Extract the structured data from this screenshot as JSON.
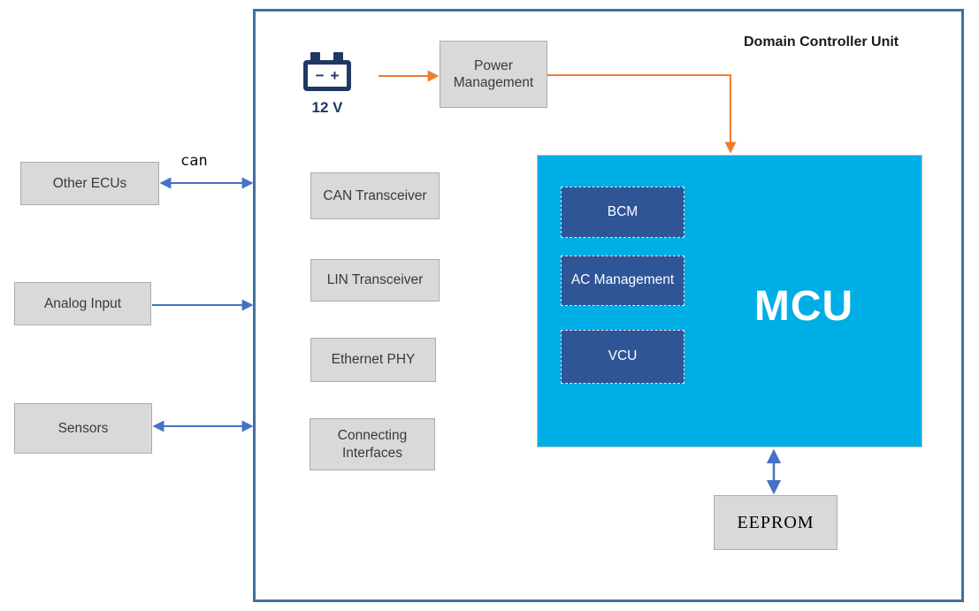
{
  "diagram": {
    "title": "Domain Controller Unit",
    "battery": {
      "label": "12 V",
      "minus": "−",
      "plus": "+"
    },
    "bus_label": "can",
    "external_nodes": [
      {
        "label": "Other ECUs"
      },
      {
        "label": "Analog Input"
      },
      {
        "label": "Sensors"
      }
    ],
    "power_management": {
      "label": "Power Management"
    },
    "interface_blocks": [
      {
        "label": "CAN Transceiver"
      },
      {
        "label": "LIN Transceiver"
      },
      {
        "label": "Ethernet PHY"
      },
      {
        "label": "Connecting Interfaces"
      }
    ],
    "mcu": {
      "label": "MCU",
      "submodules": [
        {
          "label": "BCM"
        },
        {
          "label": "AC Management"
        },
        {
          "label": "VCU"
        }
      ]
    },
    "eeprom": {
      "label": "EEPROM"
    },
    "colors": {
      "outer_border": "#41719C",
      "gray_box_fill": "#D9D9D9",
      "gray_box_border": "#ABABAB",
      "mcu_fill": "#00AEE6",
      "submodule_fill": "#2F5597",
      "submodule_dashed_border": "#DCE9F7",
      "arrow_orange": "#ED7D31",
      "arrow_blue": "#4472C4",
      "battery_navy": "#1F3864",
      "text_dark": "#3A3A3A"
    }
  }
}
